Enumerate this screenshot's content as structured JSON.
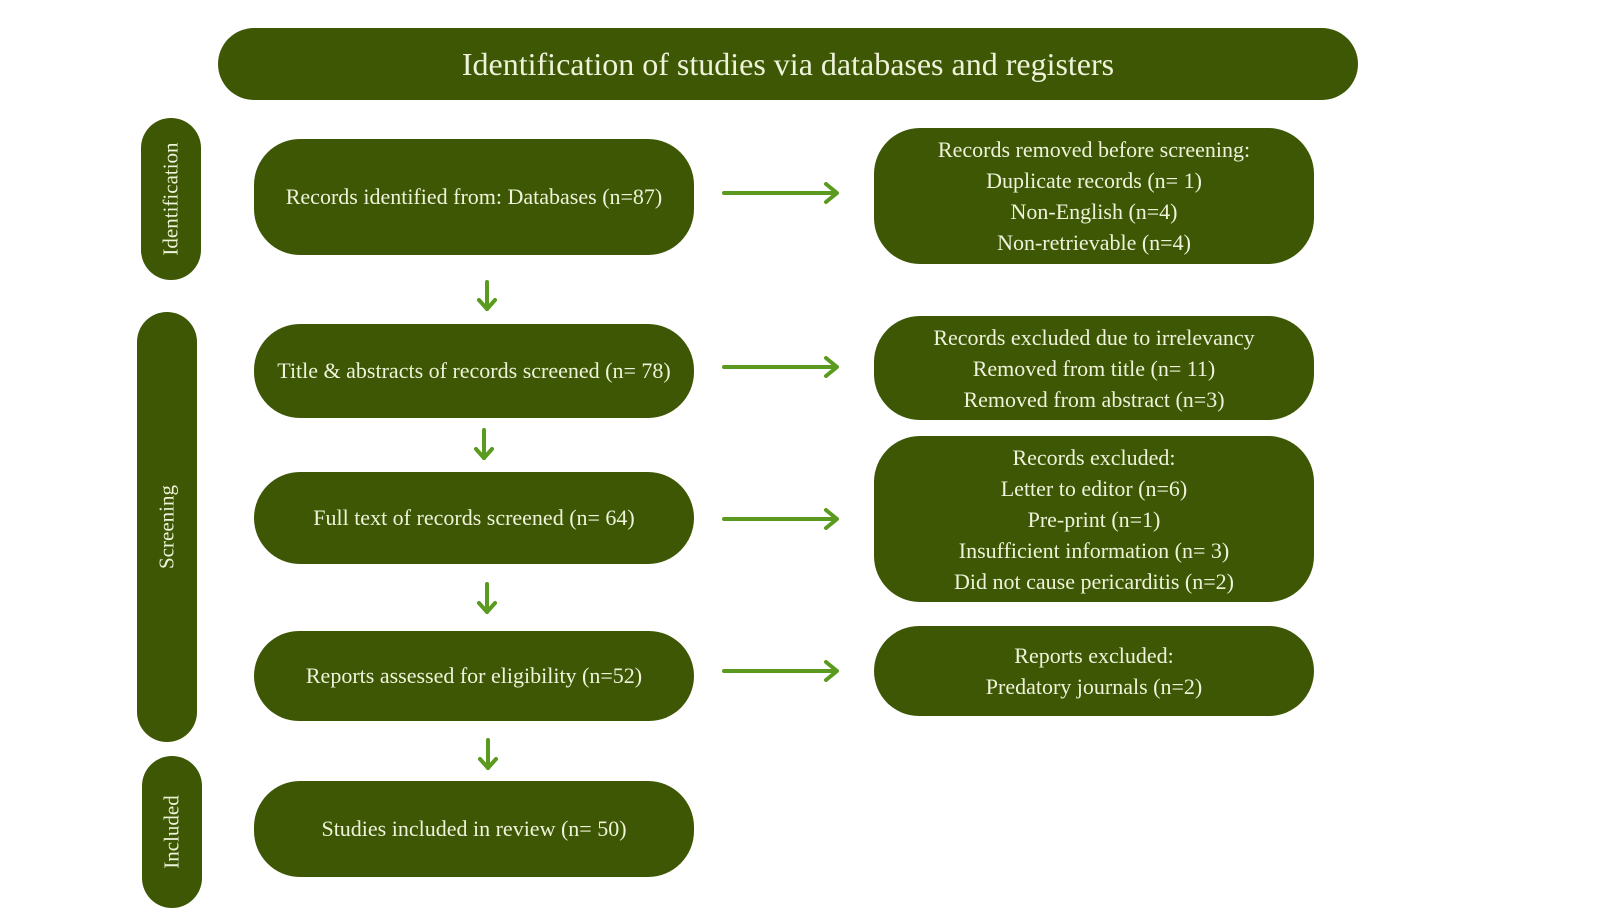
{
  "title": "Identification of studies via databases and registers",
  "phases": [
    {
      "id": "identification",
      "label": "Identification"
    },
    {
      "id": "screening",
      "label": "Screening"
    },
    {
      "id": "included",
      "label": "Included"
    }
  ],
  "main_boxes": [
    {
      "id": "records-identified",
      "text": "Records identified from: Databases (n=87)"
    },
    {
      "id": "title-abstract-screened",
      "text": "Title & abstracts of records screened (n= 78)"
    },
    {
      "id": "full-text-screened",
      "text": "Full text of records screened (n= 64)"
    },
    {
      "id": "reports-assessed",
      "text": "Reports assessed for eligibility (n=52)"
    },
    {
      "id": "studies-included",
      "text": "Studies included in review (n= 50)"
    }
  ],
  "side_boxes": [
    {
      "id": "records-removed",
      "lines": [
        "Records removed before screening:",
        "Duplicate records (n= 1)",
        "Non-English (n=4)",
        "Non-retrievable (n=4)"
      ]
    },
    {
      "id": "records-irrelevant",
      "lines": [
        "Records excluded due to irrelevancy",
        "Removed from title (n= 11)",
        "Removed from abstract (n=3)"
      ]
    },
    {
      "id": "records-excluded",
      "lines": [
        "Records excluded:",
        "Letter to editor (n=6)",
        "Pre-print (n=1)",
        "Insufficient information (n= 3)",
        "Did not cause pericarditis (n=2)"
      ]
    },
    {
      "id": "reports-excluded",
      "lines": [
        "Reports excluded:",
        "Predatory journals (n=2)"
      ]
    }
  ],
  "colors": {
    "box_fill": "#3d5704",
    "box_text": "#eef3da",
    "arrow": "#5a9a1e"
  }
}
